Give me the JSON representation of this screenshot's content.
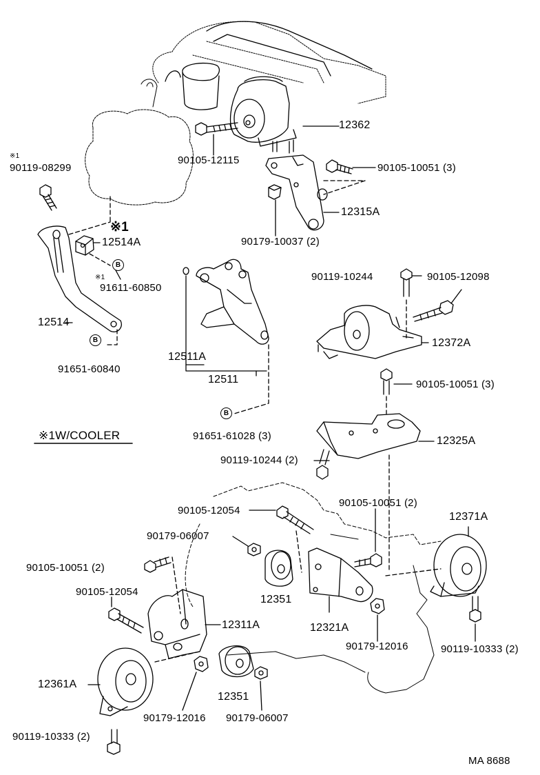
{
  "diagram": {
    "note": "※1W/COOLER",
    "code": "MA  8688",
    "badge": "B",
    "star1_small": "※1",
    "star1_big": "※1",
    "parts": {
      "p12362": "12362",
      "p90105_12115": "90105-12115",
      "p90105_10051_3a": "90105-10051 (3)",
      "p12315A": "12315A",
      "p90179_10037": "90179-10037 (2)",
      "p90119_08299": "90119-08299",
      "p12514A": "12514A",
      "p91611_60850": "91611-60850",
      "p12514": "12514",
      "p91651_60840": "91651-60840",
      "p12511A": "12511A",
      "p12511": "12511",
      "p91651_61028": "91651-61028 (3)",
      "p90119_10244a": "90119-10244",
      "p90105_12098": "90105-12098",
      "p12372A": "12372A",
      "p90105_10051_3b": "90105-10051 (3)",
      "p12325A": "12325A",
      "p90119_10244_2": "90119-10244 (2)",
      "p90105_12054a": "90105-12054",
      "p90105_10051_2a": "90105-10051 (2)",
      "p12371A": "12371A",
      "p90179_06007a": "90179-06007",
      "p90105_10051_2b": "90105-10051 (2)",
      "p12351a": "12351",
      "p12321A": "12321A",
      "p90105_12054b": "90105-12054",
      "p12311A": "12311A",
      "p90179_12016a": "90179-12016",
      "p90119_10333_2a": "90119-10333 (2)",
      "p12361A": "12361A",
      "p12351b": "12351",
      "p90179_12016b": "90179-12016",
      "p90179_06007b": "90179-06007",
      "p90119_10333_2b": "90119-10333 (2)"
    }
  }
}
